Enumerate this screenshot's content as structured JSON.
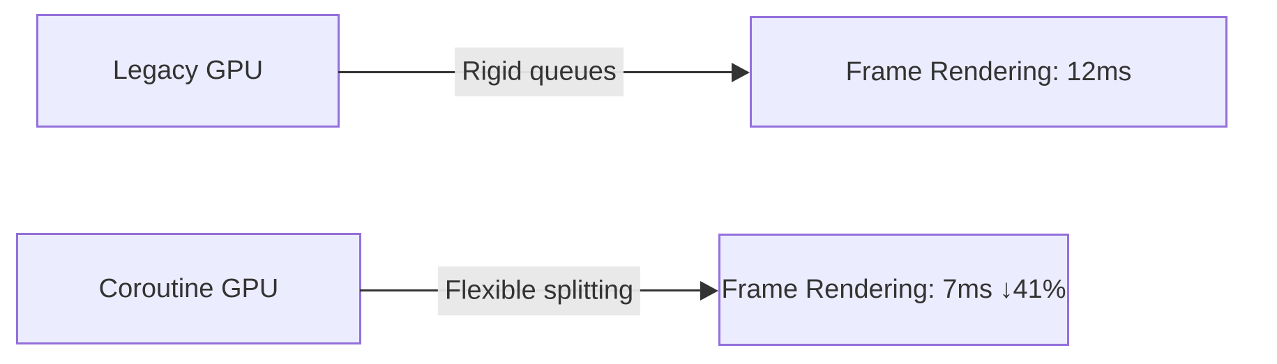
{
  "diagram": {
    "type": "flowchart-lr",
    "colors": {
      "node_fill": "#ECECFF",
      "node_border": "#9370DB",
      "edge_line": "#333333",
      "edge_label_bg": "#E8E8E8",
      "text": "#333333",
      "background": "#FFFFFF"
    },
    "rows": [
      {
        "source": "Legacy GPU",
        "edge_label": "Rigid queues",
        "target": "Frame Rendering: 12ms"
      },
      {
        "source": "Coroutine GPU",
        "edge_label": "Flexible splitting",
        "target": "Frame Rendering: 7ms ↓41%"
      }
    ]
  }
}
